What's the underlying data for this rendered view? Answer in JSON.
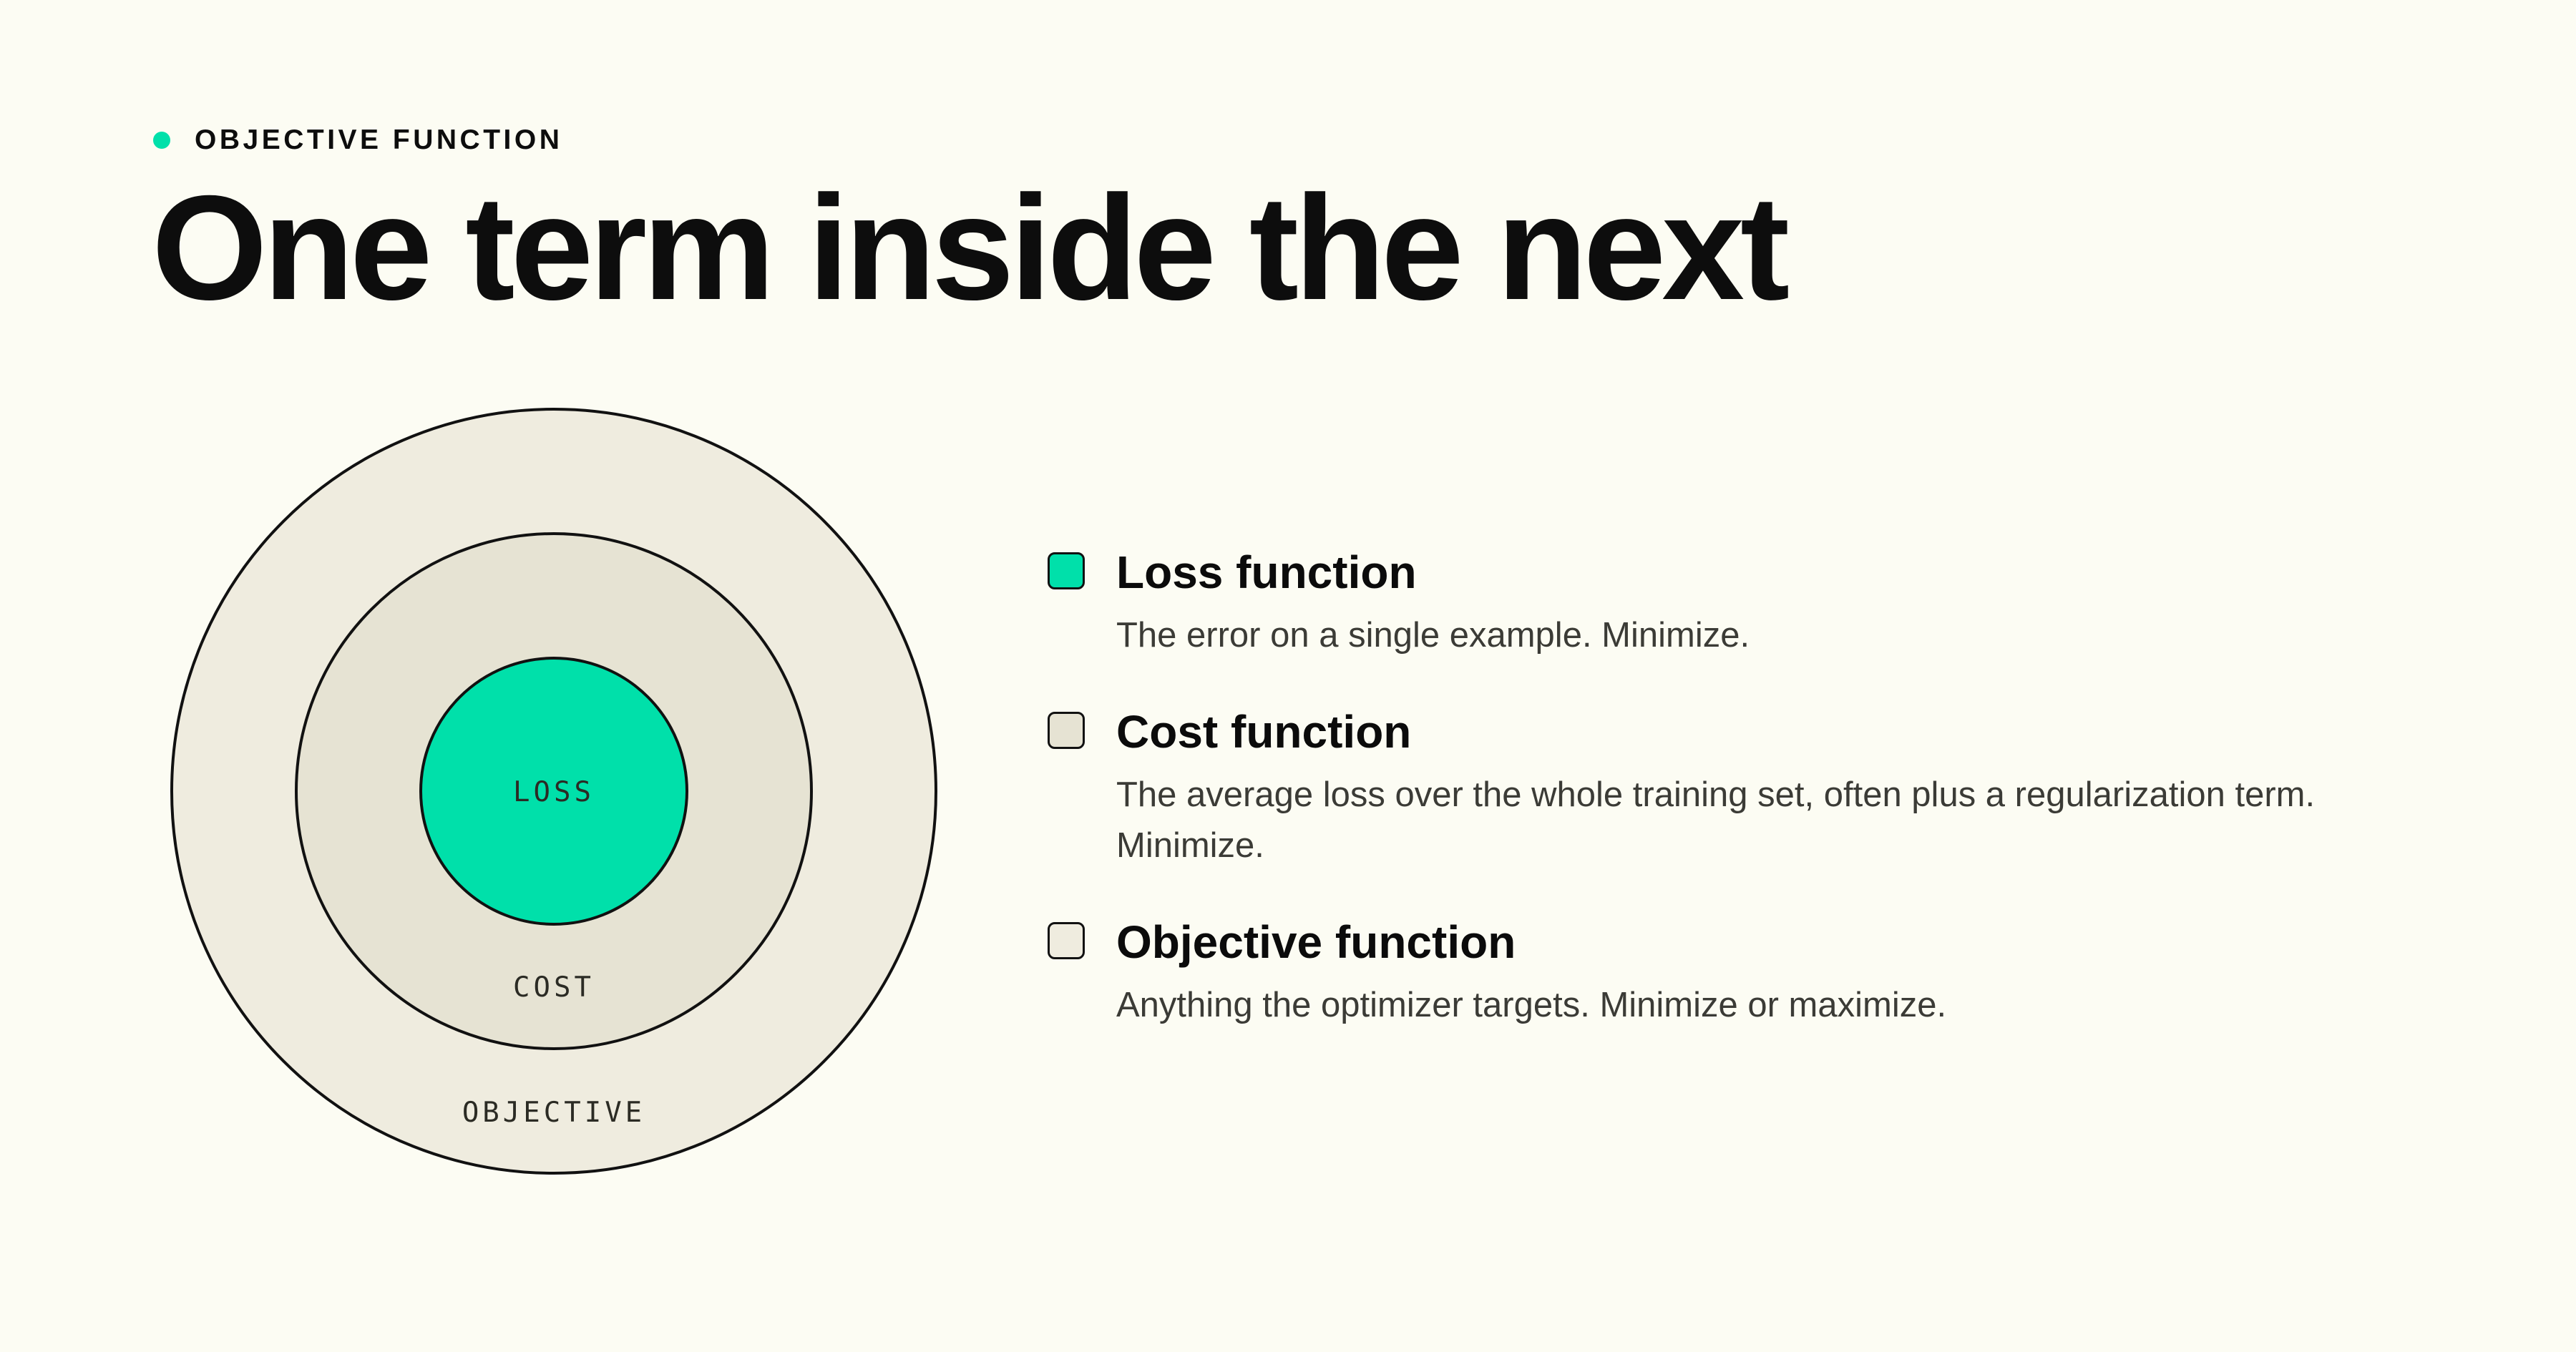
{
  "eyebrow": {
    "text": "OBJECTIVE FUNCTION",
    "dot_color": "#00e0aa"
  },
  "title": "One term inside the next",
  "diagram": {
    "rings": [
      {
        "label": "OBJECTIVE",
        "fill": "#efecdf"
      },
      {
        "label": "COST",
        "fill": "#e6e3d3"
      },
      {
        "label": "LOSS",
        "fill": "#00e0aa"
      }
    ]
  },
  "legend": {
    "items": [
      {
        "title": "Loss function",
        "description": "The error on a single example. Minimize.",
        "swatch": "#00e0aa"
      },
      {
        "title": "Cost function",
        "description": "The average loss over the whole training set, often plus a regularization term. Minimize.",
        "swatch": "#e6e3d3"
      },
      {
        "title": "Objective function",
        "description": "Anything the optimizer targets. Minimize or maximize.",
        "swatch": "#efecdf"
      }
    ]
  }
}
